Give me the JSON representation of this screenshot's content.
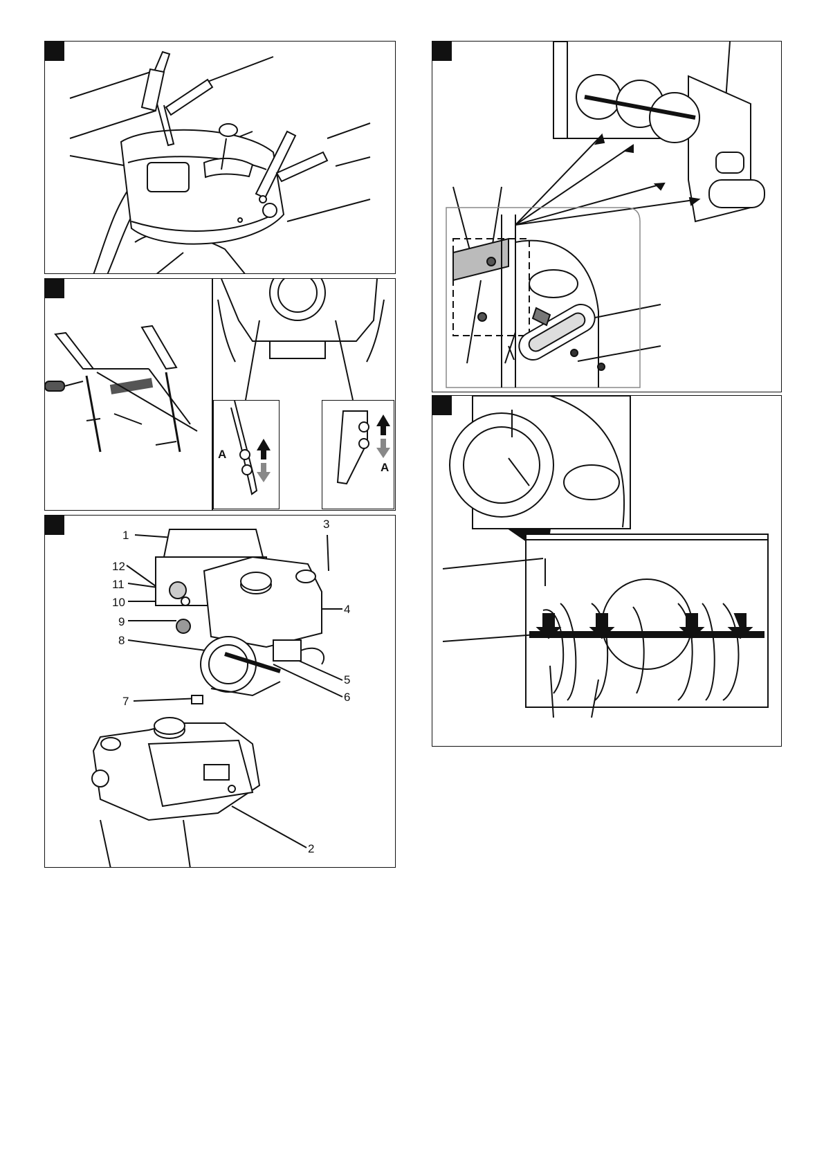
{
  "engine_callouts": {
    "c1": "1",
    "c2": "2",
    "c3": "3",
    "c4": "4",
    "c5": "5",
    "c6": "6",
    "c7": "7",
    "c8": "8",
    "c9": "9",
    "c10": "10",
    "c11": "11",
    "c12": "12"
  },
  "adjust_marks": {
    "left": "A",
    "right": "A"
  },
  "icons": {
    "tab": "figure-number-tab",
    "arrow_up": "arrow-up-icon",
    "arrow_down": "arrow-down-icon"
  },
  "colors": {
    "line": "#111111",
    "shade": "#d9d9d9",
    "dark_shade": "#9a9a9a",
    "background": "#ffffff"
  }
}
